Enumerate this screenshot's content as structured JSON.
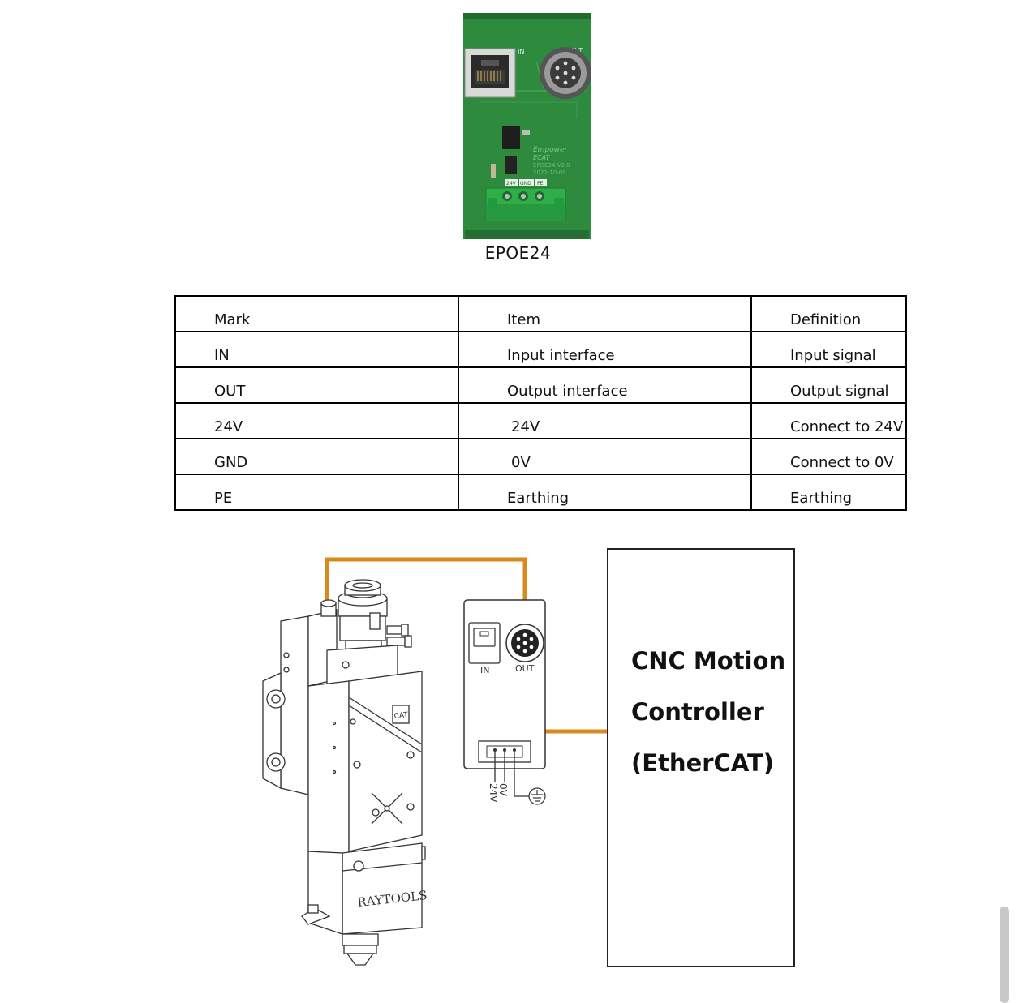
{
  "photo": {
    "caption": "EPOE24",
    "port_in": "IN",
    "port_out": "OUT",
    "brand_lines": [
      "Empower",
      "ECAT",
      "EPOE24 V2.0",
      "2022-10-09"
    ],
    "terminal_labels": [
      "24V",
      "GND",
      "PE"
    ],
    "colors": {
      "pcb": "#2e8b3e",
      "connector": "#2fae4a"
    }
  },
  "table": {
    "headers": [
      "Mark",
      "Item",
      "Definition"
    ],
    "rows": [
      [
        "IN",
        "Input interface",
        "Input signal"
      ],
      [
        "OUT",
        "Output interface",
        "Output signal"
      ],
      [
        "24V",
        "24V",
        "Connect to 24V"
      ],
      [
        "GND",
        "0V",
        "Connect to 0V"
      ],
      [
        "PE",
        "Earthing",
        "Earthing"
      ]
    ]
  },
  "diagram": {
    "module_in": "IN",
    "module_out": "OUT",
    "wire_24v": "24V",
    "wire_0v": "0V",
    "head_brand": "RAYTOOLS",
    "head_badge": "CAT",
    "controller_lines": [
      "CNC Motion",
      "Controller",
      "(EtherCAT)"
    ],
    "colors": {
      "cable": "#d98a1e",
      "stroke": "#333333"
    }
  },
  "icons": [
    "ethernet-port-icon",
    "circular-connector-icon",
    "ground-symbol-icon"
  ]
}
